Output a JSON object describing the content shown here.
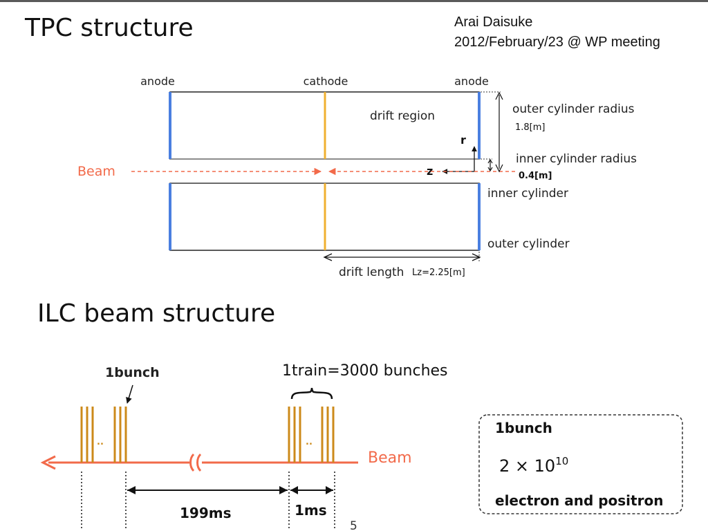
{
  "slide": {
    "title_tpc": "TPC structure",
    "title_ilc": "ILC beam structure",
    "author": "Arai Daisuke",
    "meeting": "2012/February/23 @ WP meeting",
    "page_number": "5"
  },
  "tpc": {
    "anode_left": "anode",
    "cathode": "cathode",
    "anode_right": "anode",
    "drift_region": "drift region",
    "r_label": "r",
    "z_label": "z",
    "beam_label": "Beam",
    "outer_radius_label": "outer cylinder radius",
    "outer_radius_value": "1.8[m]",
    "inner_radius_label": "inner cylinder radius",
    "inner_radius_value": "0.4[m]",
    "inner_cylinder": "inner cylinder",
    "outer_cylinder": "outer cylinder",
    "drift_length": "drift length",
    "drift_length_value": "Lz=2.25[m]",
    "colors": {
      "anode": "#4a7fe0",
      "cathode": "#f0b030",
      "beam": "#f26a4a"
    }
  },
  "ilc": {
    "bunch_label": "1bunch",
    "train_label": "1train=3000 bunches",
    "beam_label": "Beam",
    "ellipsis": "..",
    "gap_long": "199ms",
    "gap_short": "1ms",
    "box_title": "1bunch",
    "box_value_base": "2 × 10",
    "box_value_exp": "10",
    "box_desc": "electron and positron",
    "colors": {
      "bunch": "#cc8a1a",
      "beam": "#f26a4a"
    }
  }
}
